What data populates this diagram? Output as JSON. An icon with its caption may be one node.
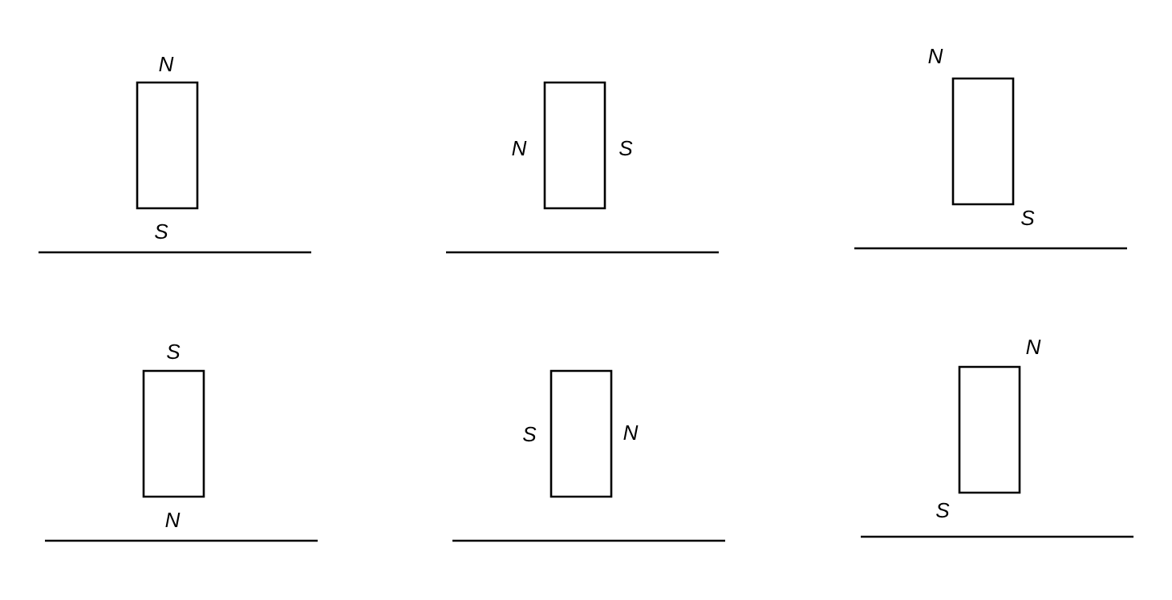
{
  "diagram": {
    "nodes": [
      {
        "text": [],
        "shape": "box",
        "beside": [
          "N",
          "S"
        ]
      },
      {
        "text": [],
        "shape": "box",
        "beside": [
          "N",
          "S"
        ]
      },
      {
        "text": [],
        "shape": "box",
        "beside": [
          "N",
          "S"
        ]
      },
      {
        "text": [],
        "shape": "box",
        "beside": [
          "S",
          "N"
        ]
      },
      {
        "text": [],
        "shape": "box",
        "beside": [
          "S",
          "N"
        ]
      },
      {
        "text": [],
        "shape": "box",
        "beside": [
          "N",
          "S"
        ]
      }
    ]
  }
}
